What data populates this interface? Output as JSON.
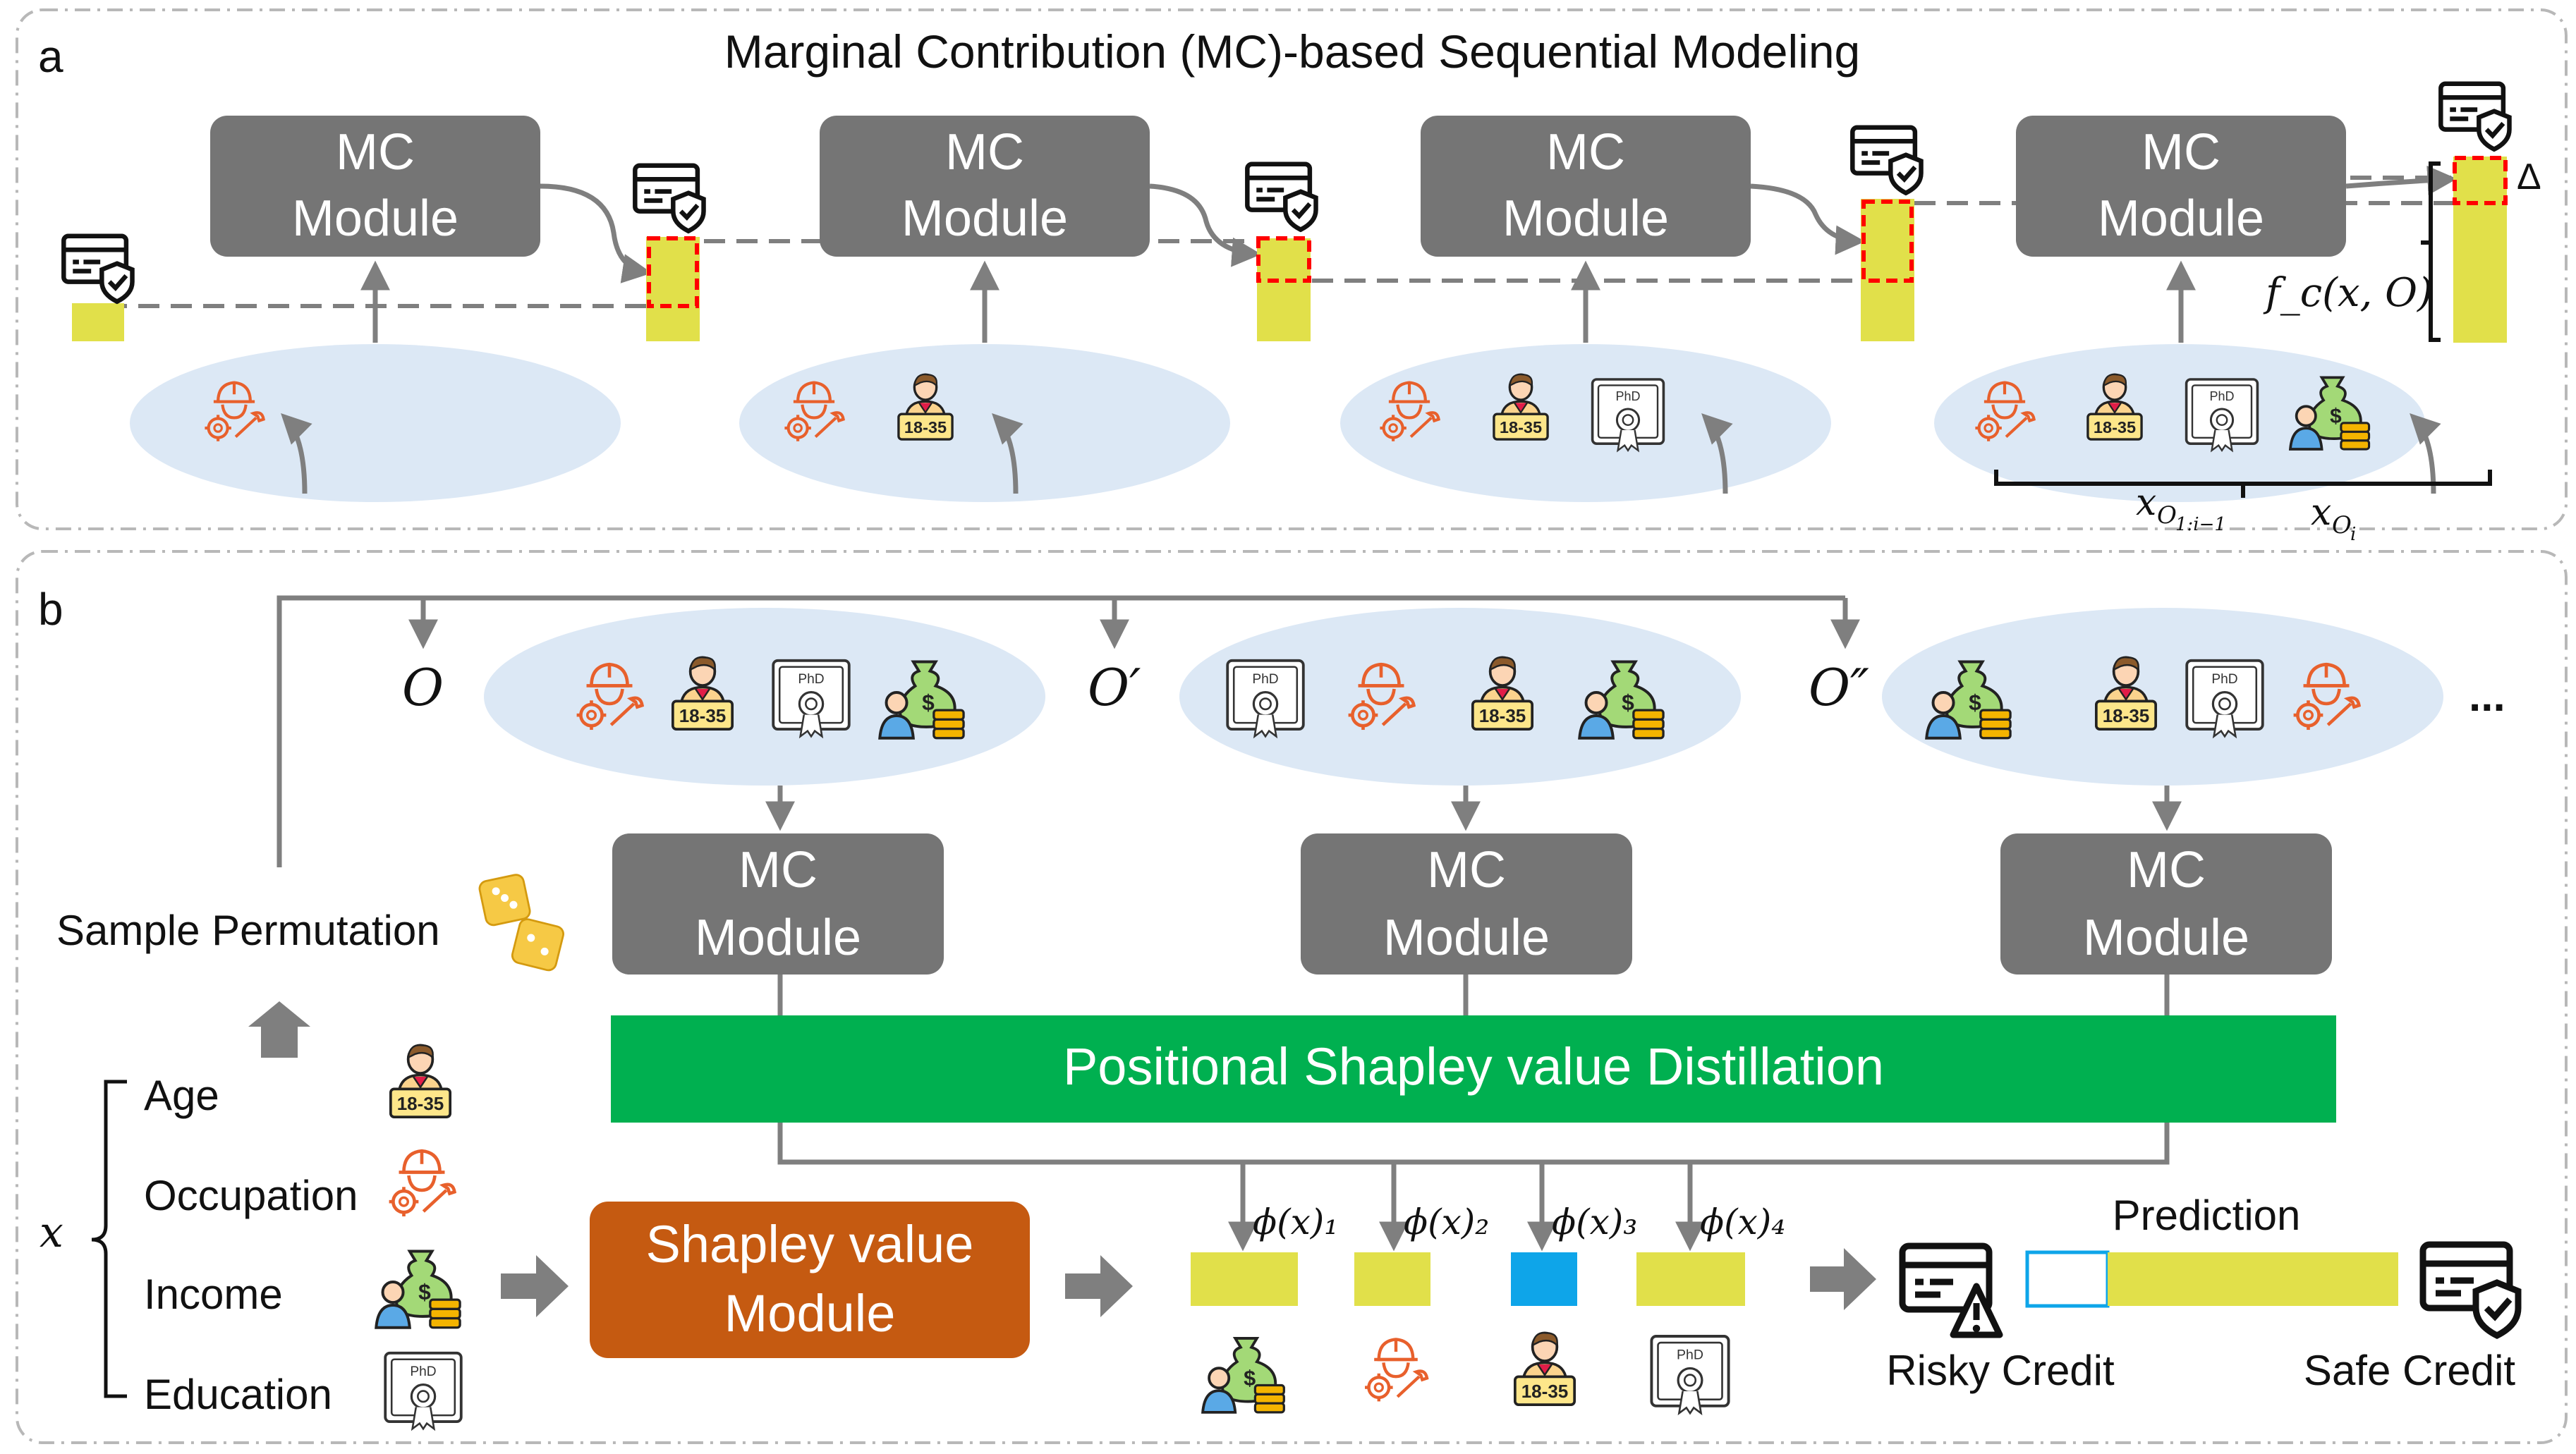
{
  "panel_a": {
    "letter": "a",
    "title": "Marginal Contribution (MC)-based Sequential Modeling",
    "mc_line1": "MC",
    "mc_line2": "Module",
    "delta": "Δ",
    "fc_label": "f_c(x, O)",
    "x_prefix": "x",
    "x_prefix_sub": "O",
    "x_prefix_subsub": "1:i−1",
    "x_next_sub": "O",
    "x_next_subsub": "i"
  },
  "panel_b": {
    "letter": "b",
    "perm_labels": [
      "O",
      "O′",
      "O″"
    ],
    "ellipsis": "...",
    "mc_line1": "MC",
    "mc_line2": "Module",
    "sample_permutation": "Sample Permutation",
    "distillation": "Positional Shapley value Distillation",
    "x_label": "x",
    "features": [
      "Age",
      "Occupation",
      "Income",
      "Education"
    ],
    "shapley_line1": "Shapley value",
    "shapley_line2": "Module",
    "phi": [
      "ϕ(x)₁",
      "ϕ(x)₂",
      "ϕ(x)₃",
      "ϕ(x)₄"
    ],
    "prediction": "Prediction",
    "risky": "Risky Credit",
    "safe": "Safe Credit"
  },
  "icons": {
    "age_badge": "18-35",
    "phd_badge": "PhD",
    "income_symbol": "$"
  },
  "colors": {
    "mc_box": "#757575",
    "ellipse": "#dce8f5",
    "yellow": "#e1e04a",
    "red_dash": "#ff0000",
    "green_bar": "#00b050",
    "shapley_box": "#c55a11",
    "blue": "#0ea5e9",
    "arrow_gray": "#7f7f7f"
  }
}
